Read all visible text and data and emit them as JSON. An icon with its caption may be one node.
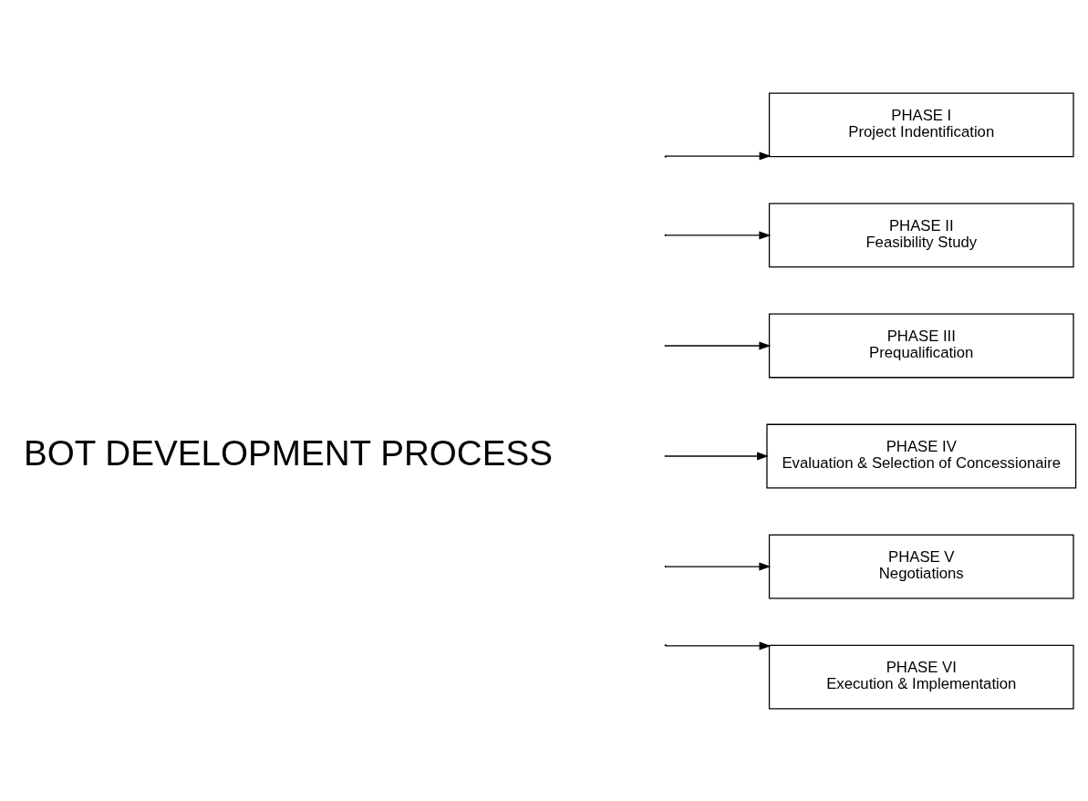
{
  "diagram": {
    "nodes": [
      {
        "text": [
          "PHASE I",
          "Project Indentification"
        ]
      },
      {
        "text": [
          "PHASE II",
          "Feasibility Study"
        ]
      },
      {
        "text": [
          "PHASE III",
          "Prequalification"
        ]
      },
      {
        "text": [
          "PHASE IV",
          "Evaluation & Selection of Concessionaire"
        ]
      },
      {
        "text": [
          "PHASE V",
          "Negotiations"
        ]
      },
      {
        "text": [
          "PHASE VI",
          "Execution & Implementation"
        ]
      }
    ],
    "edges": [
      {
        "from": null,
        "to": 0,
        "arrow": "to"
      },
      {
        "from": null,
        "to": 1,
        "arrow": "to"
      },
      {
        "from": null,
        "to": 2,
        "arrow": "to"
      },
      {
        "from": null,
        "to": 3,
        "arrow": "to"
      },
      {
        "from": null,
        "to": 4,
        "arrow": "to"
      },
      {
        "from": null,
        "to": 5,
        "arrow": "to"
      }
    ],
    "labels": [
      "BOT DEVELOPMENT PROCESS"
    ]
  }
}
